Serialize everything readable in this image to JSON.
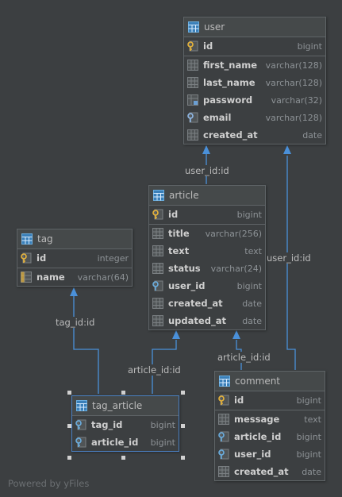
{
  "diagram": {
    "tables": {
      "user": {
        "title": "user",
        "pk": {
          "name": "id",
          "type": "bigint"
        },
        "cols": [
          {
            "name": "first_name",
            "type": "varchar(128)"
          },
          {
            "name": "last_name",
            "type": "varchar(128)"
          },
          {
            "name": "password",
            "type": "varchar(32)"
          },
          {
            "name": "email",
            "type": "varchar(128)"
          },
          {
            "name": "created_at",
            "type": "date"
          }
        ]
      },
      "article": {
        "title": "article",
        "pk": {
          "name": "id",
          "type": "bigint"
        },
        "cols": [
          {
            "name": "title",
            "type": "varchar(256)"
          },
          {
            "name": "text",
            "type": "text"
          },
          {
            "name": "status",
            "type": "varchar(24)"
          },
          {
            "name": "user_id",
            "type": "bigint"
          },
          {
            "name": "created_at",
            "type": "date"
          },
          {
            "name": "updated_at",
            "type": "date"
          }
        ]
      },
      "tag": {
        "title": "tag",
        "pk": {
          "name": "id",
          "type": "integer"
        },
        "cols": [
          {
            "name": "name",
            "type": "varchar(64)"
          }
        ]
      },
      "tag_article": {
        "title": "tag_article",
        "pk_rows": [
          {
            "name": "tag_id",
            "type": "bigint"
          },
          {
            "name": "article_id",
            "type": "bigint"
          }
        ]
      },
      "comment": {
        "title": "comment",
        "pk": {
          "name": "id",
          "type": "bigint"
        },
        "cols": [
          {
            "name": "message",
            "type": "text"
          },
          {
            "name": "article_id",
            "type": "bigint"
          },
          {
            "name": "user_id",
            "type": "bigint"
          },
          {
            "name": "created_at",
            "type": "date"
          }
        ]
      }
    },
    "edge_labels": {
      "article_user": "user_id:id",
      "comment_user": "user_id:id",
      "tag_article_tag": "tag_id:id",
      "tag_article_article": "article_id:id",
      "comment_article": "article_id:id"
    },
    "footer": "Powered by yFiles",
    "colors": {
      "background": "#3c3f41",
      "edge": "#4a90d9",
      "selection": "#4a7fc1"
    }
  }
}
